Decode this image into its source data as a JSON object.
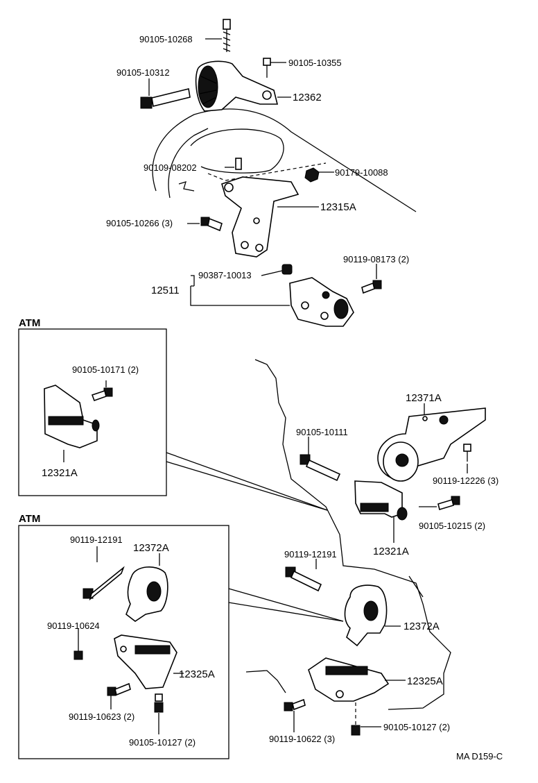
{
  "insets": [
    {
      "heading": "ATM"
    },
    {
      "heading": "ATM"
    }
  ],
  "labels": [
    {
      "text": "90105-10268"
    },
    {
      "text": "90105-10355"
    },
    {
      "text": "90105-10312"
    },
    {
      "text": "12362"
    },
    {
      "text": "90109-08202"
    },
    {
      "text": "90179-10088"
    },
    {
      "text": "12315A"
    },
    {
      "text": "90105-10266 (3)"
    },
    {
      "text": "90119-08173 (2)"
    },
    {
      "text": "90387-10013"
    },
    {
      "text": "12511"
    },
    {
      "text": "90105-10171 (2)"
    },
    {
      "text": "12321A"
    },
    {
      "text": "12371A"
    },
    {
      "text": "90105-10111"
    },
    {
      "text": "90119-12226 (3)"
    },
    {
      "text": "90105-10215 (2)"
    },
    {
      "text": "12321A"
    },
    {
      "text": "90119-12191"
    },
    {
      "text": "12372A"
    },
    {
      "text": "90119-12191"
    },
    {
      "text": "90119-10624"
    },
    {
      "text": "12372A"
    },
    {
      "text": "12325A"
    },
    {
      "text": "90119-10623 (2)"
    },
    {
      "text": "90105-10127 (2)"
    },
    {
      "text": "12325A"
    },
    {
      "text": "90105-10127 (2)"
    },
    {
      "text": "90119-10622 (3)"
    },
    {
      "text": "MA D159-C"
    }
  ]
}
